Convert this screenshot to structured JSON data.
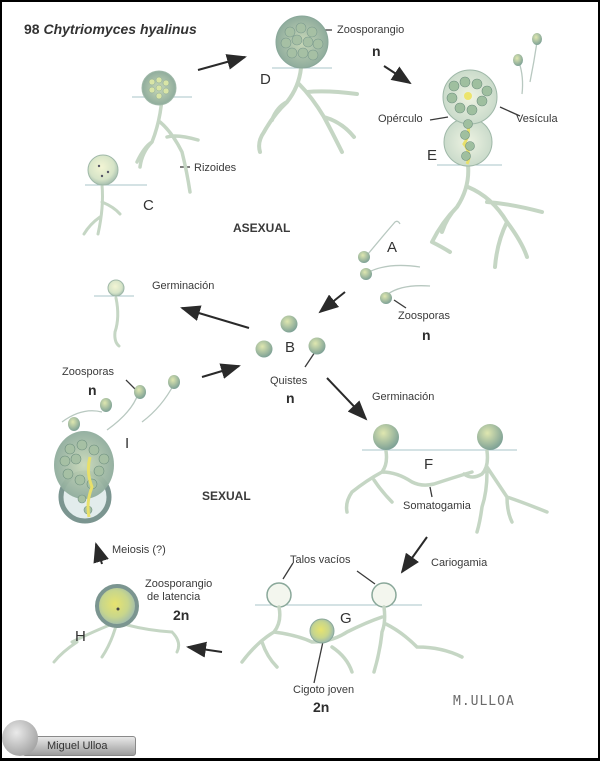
{
  "title": {
    "number": "98",
    "species": "Chytriomyces hyalinus"
  },
  "phases": {
    "asexual": "ASEXUAL",
    "sexual": "SEXUAL"
  },
  "stages": {
    "A": "A",
    "B": "B",
    "C": "C",
    "D": "D",
    "E": "E",
    "F": "F",
    "G": "G",
    "H": "H",
    "I": "I"
  },
  "labels": {
    "zoosporangio": "Zoosporangio",
    "zoosporangio_ploidy": "n",
    "rizoides": "Rizoides",
    "operculo": "Opérculo",
    "vesicula": "Vesícula",
    "zoosporas_right": "Zoosporas",
    "zoosporas_right_ploidy": "n",
    "germinacion_left": "Germinación",
    "quistes": "Quistes",
    "quistes_ploidy": "n",
    "zoosporas_left": "Zoosporas",
    "zoosporas_left_ploidy": "n",
    "germinacion_right": "Germinación",
    "somatogamia": "Somatogamia",
    "meiosis": "Meiosis (?)",
    "talos_vacios": "Talos vacíos",
    "cariogamia": "Cariogamia",
    "zoosporangio_latencia_1": "Zoosporangio",
    "zoosporangio_latencia_2": "de latencia",
    "zoosporangio_latencia_ploidy": "2n",
    "cigoto_joven": "Cigoto joven",
    "cigoto_ploidy": "2n"
  },
  "signature": "M.ULLOA",
  "badge": {
    "author": "Miguel Ulloa"
  },
  "colors": {
    "cell_fill": "#e4eed2",
    "cell_stroke": "#9fb8a8",
    "spore_fill": "#a9c2a0",
    "hypha": "#c5d6c4",
    "nucleus_yellow": "#e8e06a",
    "arrow": "#2a2a2a",
    "frame": "#000000"
  }
}
